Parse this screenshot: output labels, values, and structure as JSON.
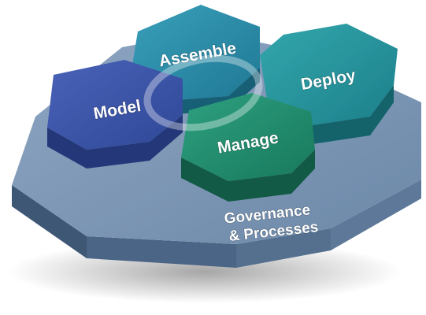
{
  "diagram": {
    "modules": [
      {
        "id": "model",
        "label": "Model",
        "color": "#3d57a8"
      },
      {
        "id": "assemble",
        "label": "Assemble",
        "color": "#2a87a3"
      },
      {
        "id": "deploy",
        "label": "Deploy",
        "color": "#238f9a"
      },
      {
        "id": "manage",
        "label": "Manage",
        "color": "#1f8a6e"
      }
    ],
    "foundation": {
      "line1": "Governance",
      "line2": "& Processes",
      "color": "#6f8fb0"
    }
  }
}
